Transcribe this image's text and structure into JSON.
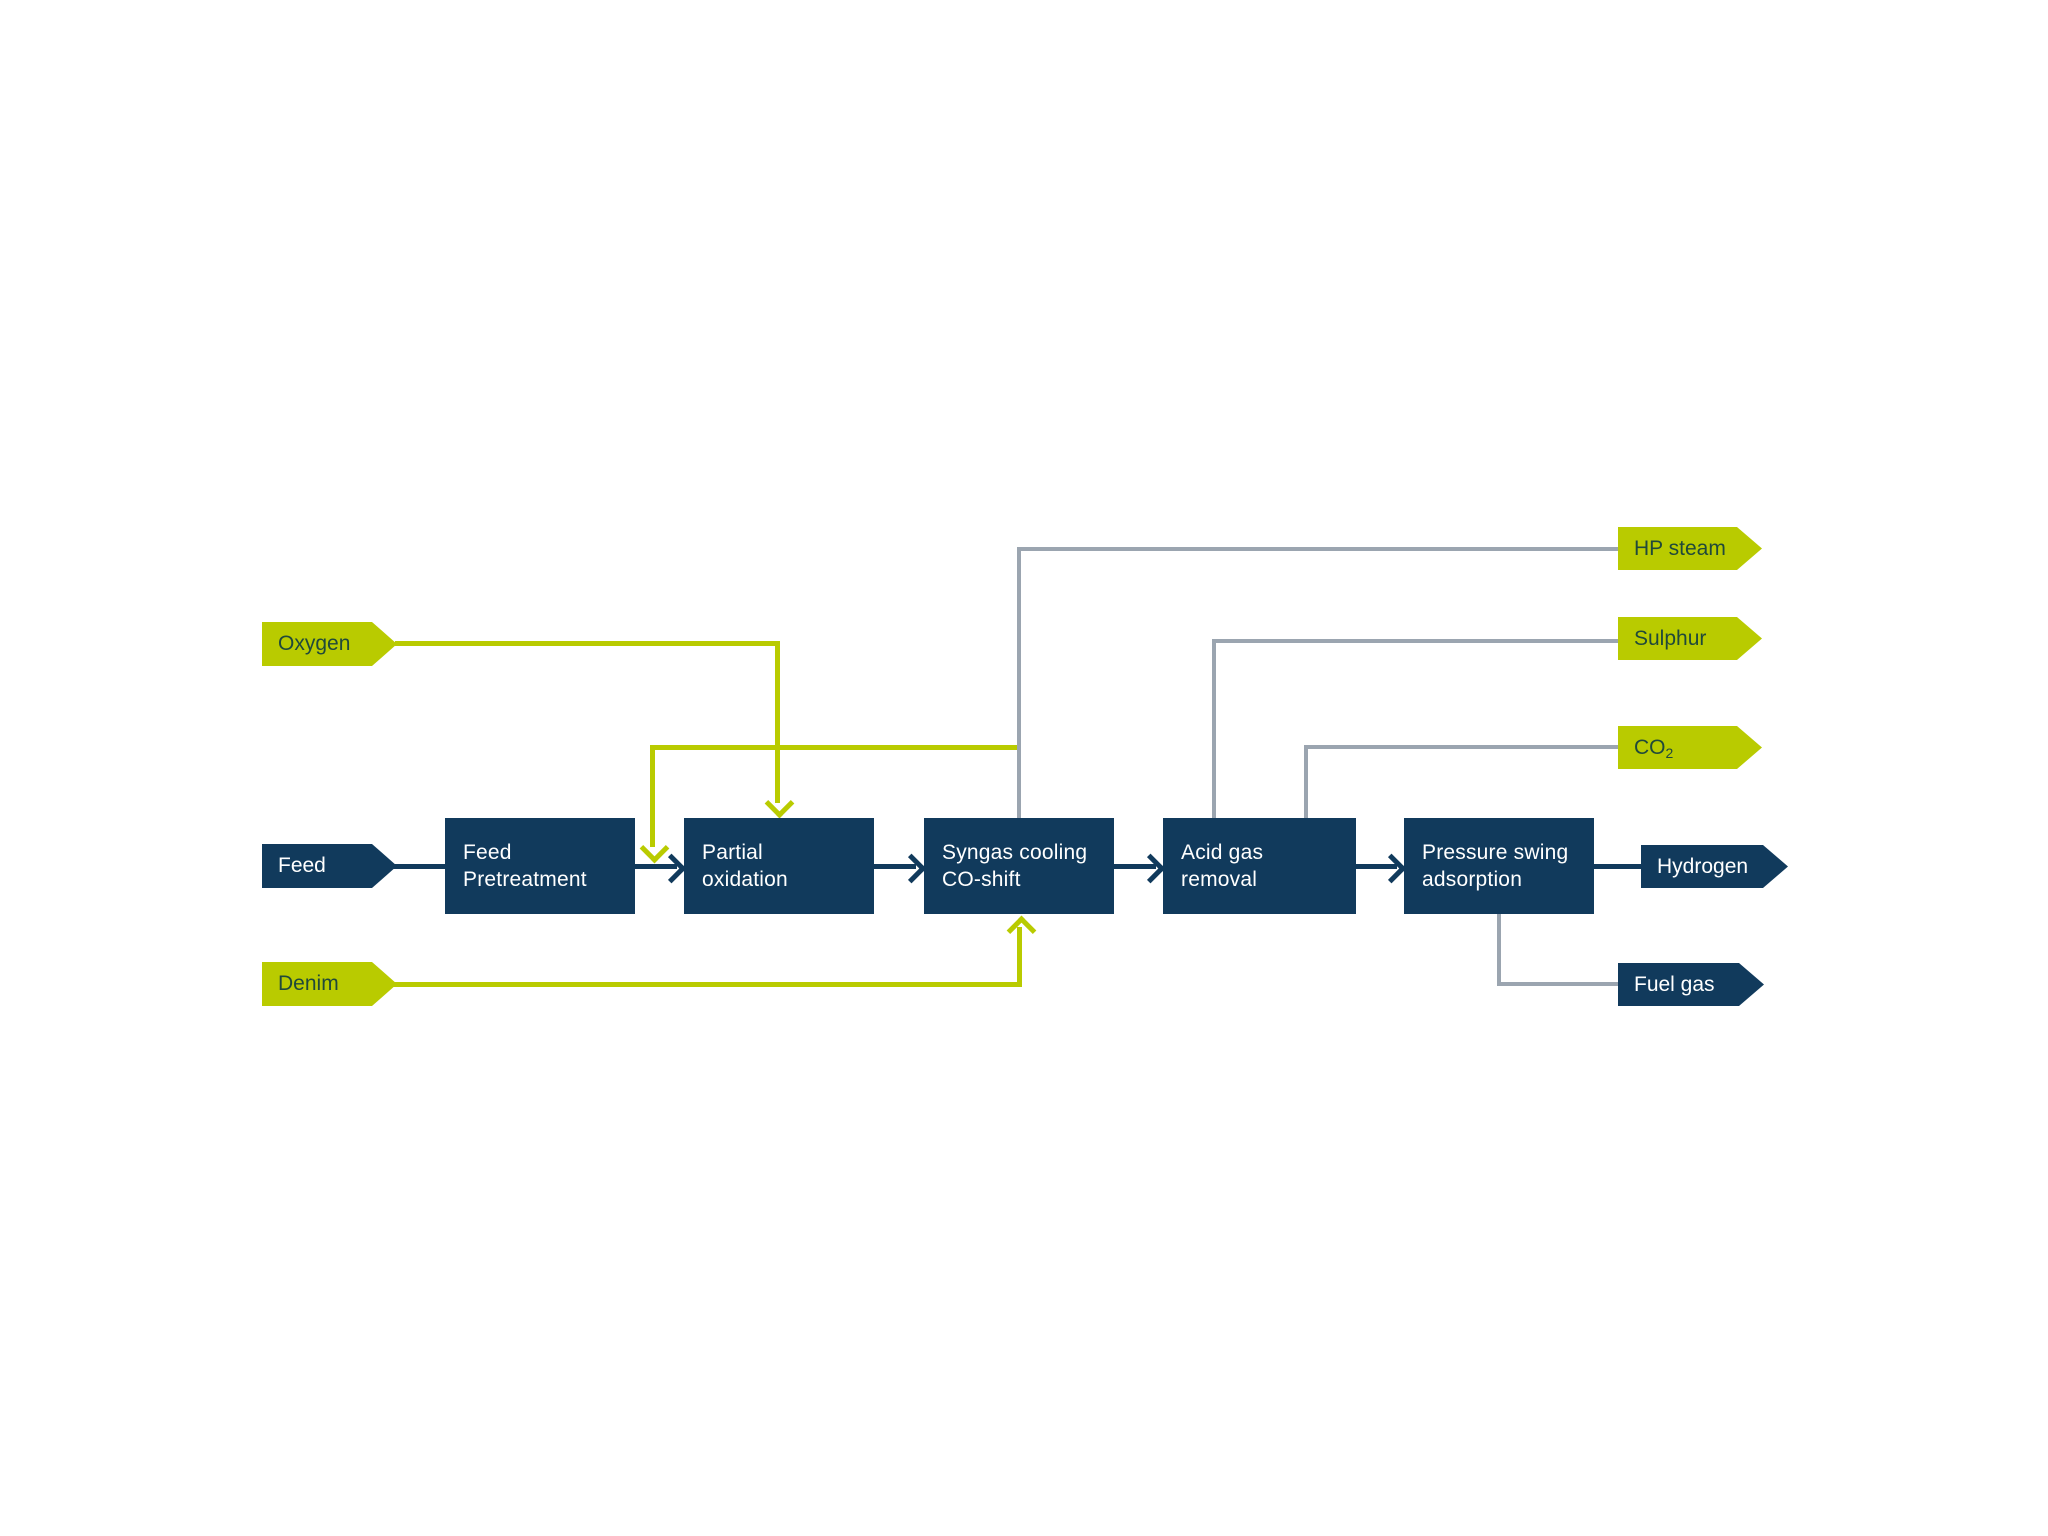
{
  "colors": {
    "navy": "#113A5C",
    "lime": "#B9CB00",
    "gray": "#9BA5B0",
    "ink_on_lime": "#20493A",
    "ink_on_navy": "#FFFFFF",
    "bg": "#FFFFFF"
  },
  "inputs": [
    {
      "id": "oxygen",
      "label": "Oxygen",
      "variant": "lime"
    },
    {
      "id": "feed",
      "label": "Feed",
      "variant": "navy"
    },
    {
      "id": "denim",
      "label": "Denim",
      "variant": "lime"
    }
  ],
  "process_boxes": [
    {
      "id": "feed-pretreatment",
      "line1": "Feed",
      "line2": "Pretreatment"
    },
    {
      "id": "partial-oxidation",
      "line1": "Partial",
      "line2": "oxidation"
    },
    {
      "id": "syngas-cooling-co-shift",
      "line1": "Syngas cooling",
      "line2": "CO-shift"
    },
    {
      "id": "acid-gas-removal",
      "line1": "Acid gas",
      "line2": "removal"
    },
    {
      "id": "pressure-swing-adsorption",
      "line1": "Pressure swing",
      "line2": "adsorption"
    }
  ],
  "outputs": [
    {
      "id": "hp-steam",
      "label": "HP steam",
      "variant": "lime"
    },
    {
      "id": "sulphur",
      "label": "Sulphur",
      "variant": "lime"
    },
    {
      "id": "co2",
      "label": "CO",
      "label_sub": "2",
      "variant": "lime"
    },
    {
      "id": "hydrogen",
      "label": "Hydrogen",
      "variant": "navy"
    },
    {
      "id": "fuel-gas",
      "label": "Fuel gas",
      "variant": "navy"
    }
  ]
}
